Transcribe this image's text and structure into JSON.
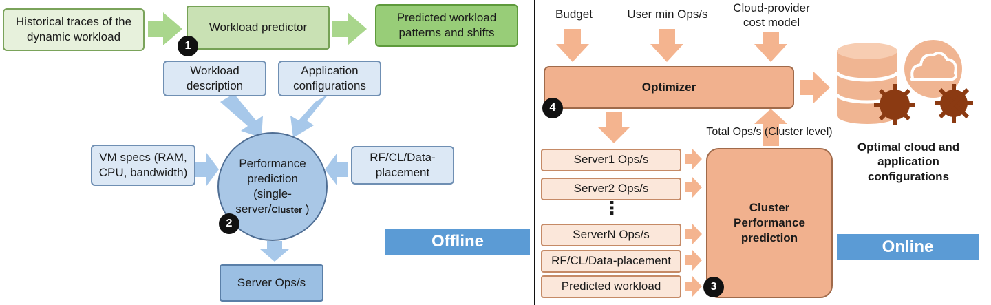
{
  "offline": {
    "historical": "Historical traces of the dynamic workload",
    "predictor": "Workload predictor",
    "predicted_patterns": "Predicted workload patterns and shifts",
    "workload_description": "Workload description",
    "app_configs": "Application configurations",
    "vm_specs": "VM specs (RAM, CPU, bandwidth)",
    "perf_line1": "Performance prediction (single-server/",
    "perf_cluster": "Cluster",
    "perf_close": " )",
    "rf_cl": "RF/CL/Data-placement",
    "server_ops": "Server Ops/s",
    "banner": "Offline",
    "badge1": "1",
    "badge2": "2"
  },
  "online": {
    "budget": "Budget",
    "user_min": "User min Ops/s",
    "cloud_cost": "Cloud-provider cost model",
    "optimizer": "Optimizer",
    "total_ops": "Total Ops/s (Cluster level)",
    "server1": "Server1 Ops/s",
    "server2": "Server2 Ops/s",
    "dots": "⋮",
    "serverN": "ServerN Ops/s",
    "rf_cl": "RF/CL/Data-placement",
    "predicted_workload": "Predicted workload",
    "cluster_perf": "Cluster Performance prediction",
    "optimal": "Optimal cloud and application configurations",
    "banner": "Online",
    "badge3": "3",
    "badge4": "4"
  },
  "colors": {
    "green_arrow": "#a9d68c",
    "blue_arrow": "#a7c8ea",
    "orange_arrow": "#f4b48f",
    "banner": "#5b9bd5",
    "gear": "#8b3a12",
    "db": "#f0b592"
  }
}
